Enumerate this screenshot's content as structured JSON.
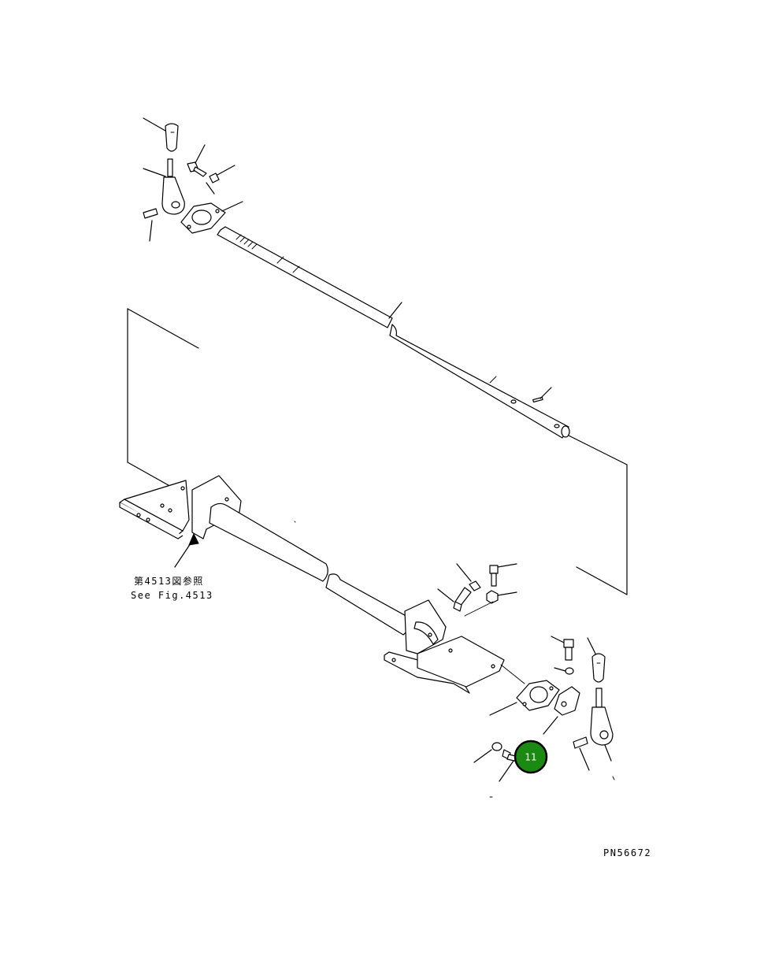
{
  "reference_note": {
    "line1": "第4513図参照",
    "line2": "See Fig.4513"
  },
  "part_number": "PN56672",
  "callout": {
    "label": "11",
    "color": "#1a8a12"
  }
}
